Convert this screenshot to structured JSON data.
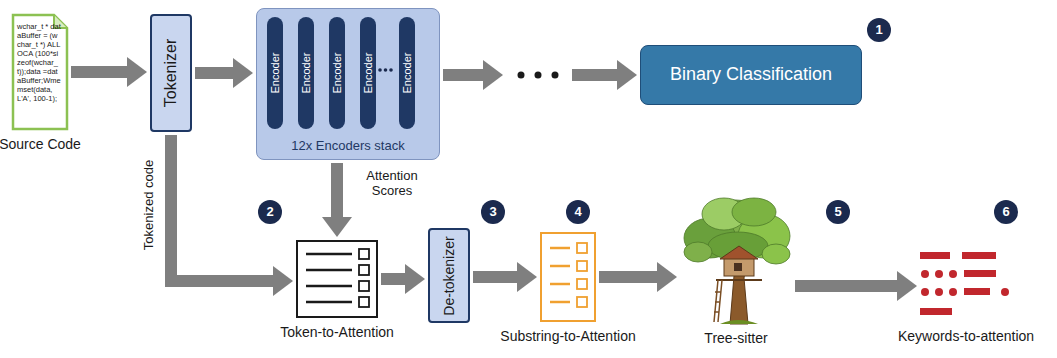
{
  "diagram": {
    "nodes": [
      {
        "text": [
          "wchar_t * dataBuffer = (wchar_t *) ALLOCA (100*sizeof(wchar_t));data =dataBuffer;Wmemset(data, L'A', 100-1);",
          "Source Code"
        ]
      },
      {
        "text": [
          "Tokenizer"
        ]
      },
      {
        "text": [
          "12x Encoders stack"
        ]
      },
      {
        "text": [
          "Encoder"
        ],
        "in": 2
      },
      {
        "text": [
          "Encoder"
        ],
        "in": 2
      },
      {
        "text": [
          "Encoder"
        ],
        "in": 2
      },
      {
        "text": [
          "Encoder"
        ],
        "in": 2
      },
      {
        "text": [
          "Encoder"
        ],
        "in": 2
      },
      {
        "text": [
          "Binary Classification"
        ]
      },
      {
        "text": [
          "Token-to-Attention"
        ]
      },
      {
        "text": [
          "De-tokenizer"
        ]
      },
      {
        "text": [
          "Substring-to-Attention"
        ]
      },
      {
        "text": [
          "Tree-sitter"
        ]
      },
      {
        "text": [
          "Keywords-to-attention"
        ]
      }
    ],
    "edges": [
      {
        "from": 0,
        "to": 1,
        "arrow": "to"
      },
      {
        "from": 1,
        "to": 2,
        "arrow": "to"
      },
      {
        "from": 2,
        "to": 8,
        "arrow": "to"
      },
      {
        "from": 1,
        "to": 9,
        "label": "Tokenized code",
        "arrow": "to"
      },
      {
        "from": 2,
        "to": 9,
        "label": "Attention Scores",
        "arrow": "to"
      },
      {
        "from": 9,
        "to": 10,
        "arrow": "to"
      },
      {
        "from": 10,
        "to": 11,
        "arrow": "to"
      },
      {
        "from": 11,
        "to": 12,
        "arrow": "to"
      },
      {
        "from": 12,
        "to": 13,
        "arrow": "to"
      }
    ],
    "labels": [
      "1",
      "2",
      "3",
      "4",
      "5",
      "6"
    ]
  }
}
